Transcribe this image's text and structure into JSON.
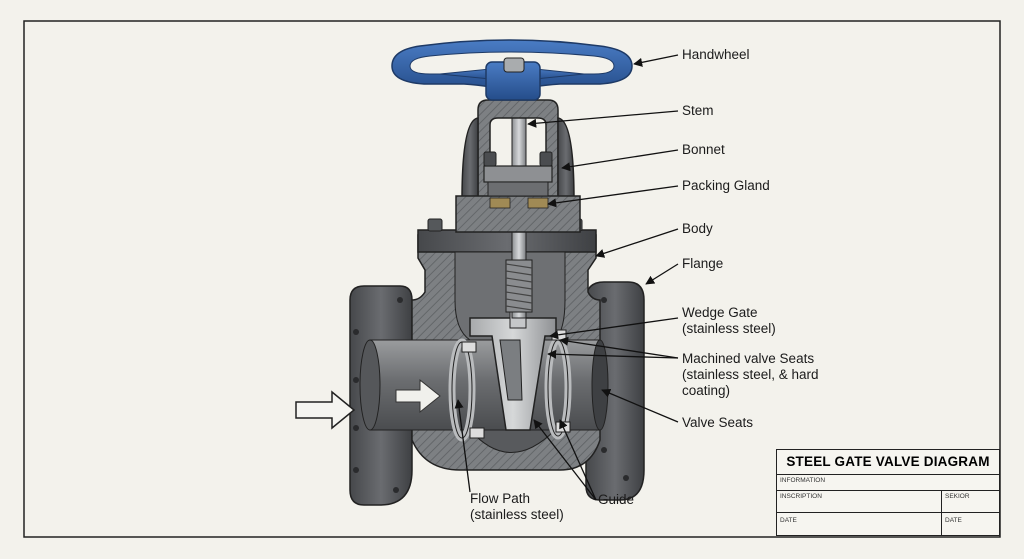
{
  "labels": {
    "handwheel": "Handwheel",
    "stem": "Stem",
    "bonnet": "Bonnet",
    "packing_gland": "Packing Gland",
    "body": "Body",
    "flange": "Flange",
    "wedge_gate_line1": "Wedge Gate",
    "wedge_gate_line2": "(stainless steel)",
    "machined_seats_line1": "Machined valve Seats",
    "machined_seats_line2": "(stainless steel, & hard",
    "machined_seats_line3": "coating)",
    "valve_seats": "Valve Seats",
    "flow_path_line1": "Flow Path",
    "flow_path_line2": "(stainless steel)",
    "guide": "Guide"
  },
  "title_block": {
    "title": "STEEL GATE VALVE DIAGRAM",
    "information": "INFORMATION",
    "inscription": "INSCRIPTION",
    "sekior": "SEKIOR",
    "date_left": "DATE",
    "date_right": "DATE"
  },
  "colors": {
    "handwheel": "#2f5fa3",
    "body_metal": "#5b5d60",
    "body_dark": "#3c3e41",
    "cut_face": "#8a8c8e",
    "background": "#f3f2ec"
  }
}
